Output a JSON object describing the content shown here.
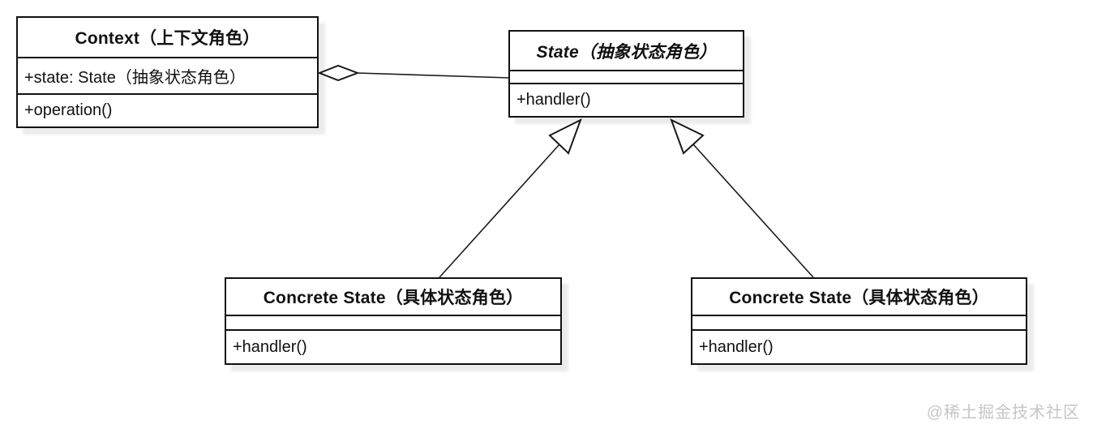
{
  "diagram": {
    "type": "uml-class-diagram",
    "subject": "State Pattern",
    "nodes": {
      "context": {
        "title": "Context（上下文角色）",
        "abstract": false,
        "attributes": [
          "+state: State（抽象状态角色）"
        ],
        "methods": [
          "+operation()"
        ]
      },
      "state": {
        "title": "State（抽象状态角色）",
        "abstract": true,
        "attributes": [],
        "methods": [
          "+handler()"
        ]
      },
      "concrete_left": {
        "title": "Concrete State（具体状态角色）",
        "abstract": false,
        "attributes": [],
        "methods": [
          "+handler()"
        ]
      },
      "concrete_right": {
        "title": "Concrete State（具体状态角色）",
        "abstract": false,
        "attributes": [],
        "methods": [
          "+handler()"
        ]
      }
    },
    "relationships": [
      {
        "type": "aggregation",
        "from": "context",
        "to": "state"
      },
      {
        "type": "inheritance",
        "from": "concrete_left",
        "to": "state"
      },
      {
        "type": "inheritance",
        "from": "concrete_right",
        "to": "state"
      }
    ],
    "colors": {
      "line": "#1a1a1a",
      "box_fill": "#ffffff",
      "box_border": "#111111",
      "watermark": "#c6c6c6"
    }
  },
  "watermark": {
    "text": "@稀土掘金技术社区"
  }
}
